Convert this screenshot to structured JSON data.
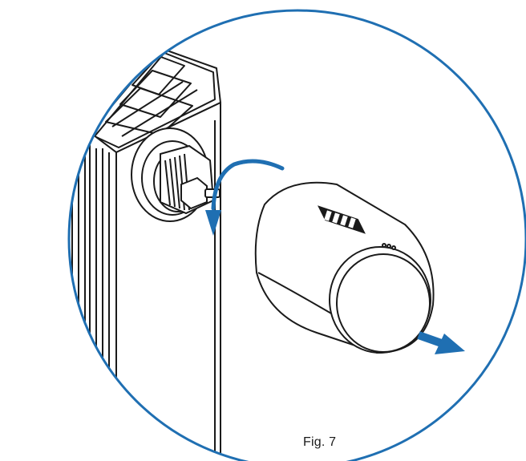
{
  "figure": {
    "caption": "Fig. 7",
    "colors": {
      "frame": "#1f6fb2",
      "arrow": "#1f6fb2",
      "line": "#1a1a1a",
      "fill": "#ffffff"
    },
    "icons": [
      "radiator-illustration",
      "valve-adapter-illustration",
      "thermostat-head-illustration",
      "rotate-arrow-icon",
      "pull-arrow-icon"
    ]
  }
}
